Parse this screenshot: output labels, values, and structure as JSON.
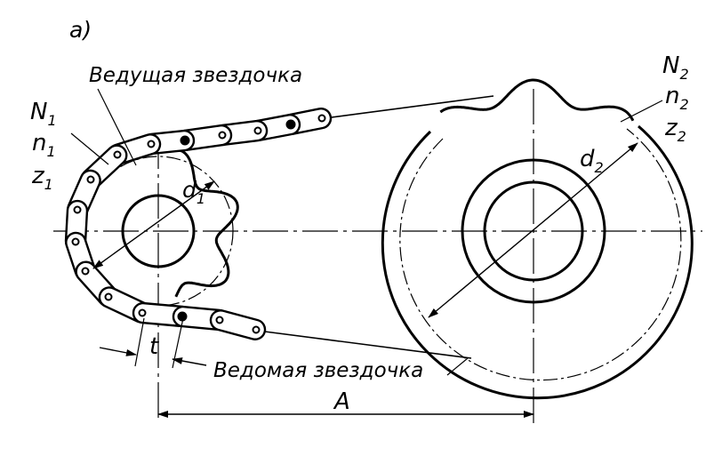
{
  "figure": {
    "panel_label": "a)",
    "driving_sprocket_label": "Ведущая звездочка",
    "driven_sprocket_label": "Ведомая звездочка",
    "left_params": {
      "N": "N",
      "N_sub": "1",
      "n": "n",
      "n_sub": "1",
      "z": "z",
      "z_sub": "1"
    },
    "right_params": {
      "N": "N",
      "N_sub": "2",
      "n": "n",
      "n_sub": "2",
      "z": "z",
      "z_sub": "2"
    },
    "diameter_small": {
      "sym": "d",
      "sub": "1"
    },
    "diameter_large": {
      "sym": "d",
      "sub": "2"
    },
    "pitch_symbol": "t",
    "center_distance_symbol": "A"
  }
}
